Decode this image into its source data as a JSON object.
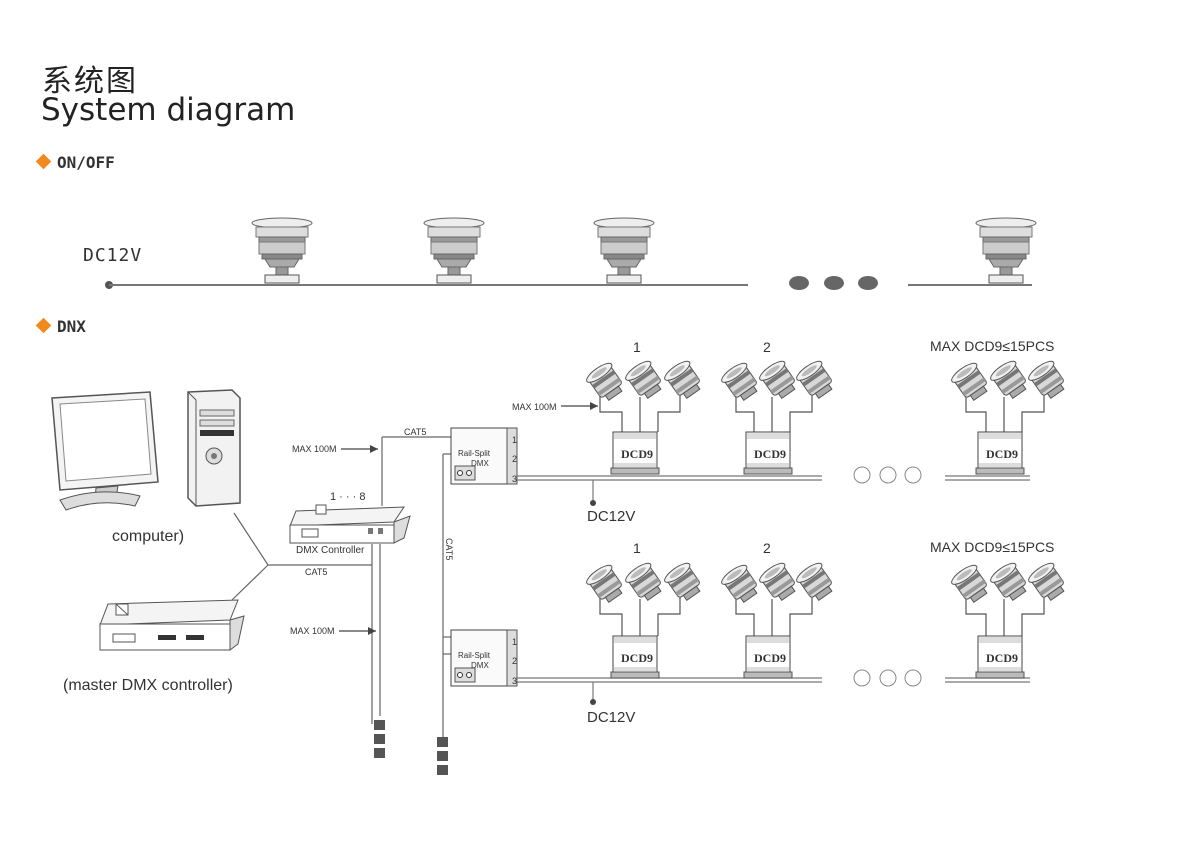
{
  "title_cn": "系统图",
  "title_en": "System diagram",
  "section_onoff": "ON/OFF",
  "section_dmx": "DNX",
  "onoff": {
    "supply": "DC12V"
  },
  "dmx": {
    "computer_label": "computer)",
    "master_label": "(master DMX controller)",
    "controller_label": "DMX Controller",
    "controller_ports": "1 · · · 8",
    "cat5": "CAT5",
    "max_100m": "MAX 100M",
    "rail_split": "Rail-Split",
    "rail_dmx": "DMX",
    "port_1": "1",
    "port_2": "2",
    "port_3": "3",
    "group_1": "1",
    "group_2": "2",
    "max_dcd9": "MAX DCD9≤15PCS",
    "dcd9": "DCD9",
    "supply": "DC12V"
  },
  "colors": {
    "accent": "#f08a1c",
    "line": "#555555"
  }
}
